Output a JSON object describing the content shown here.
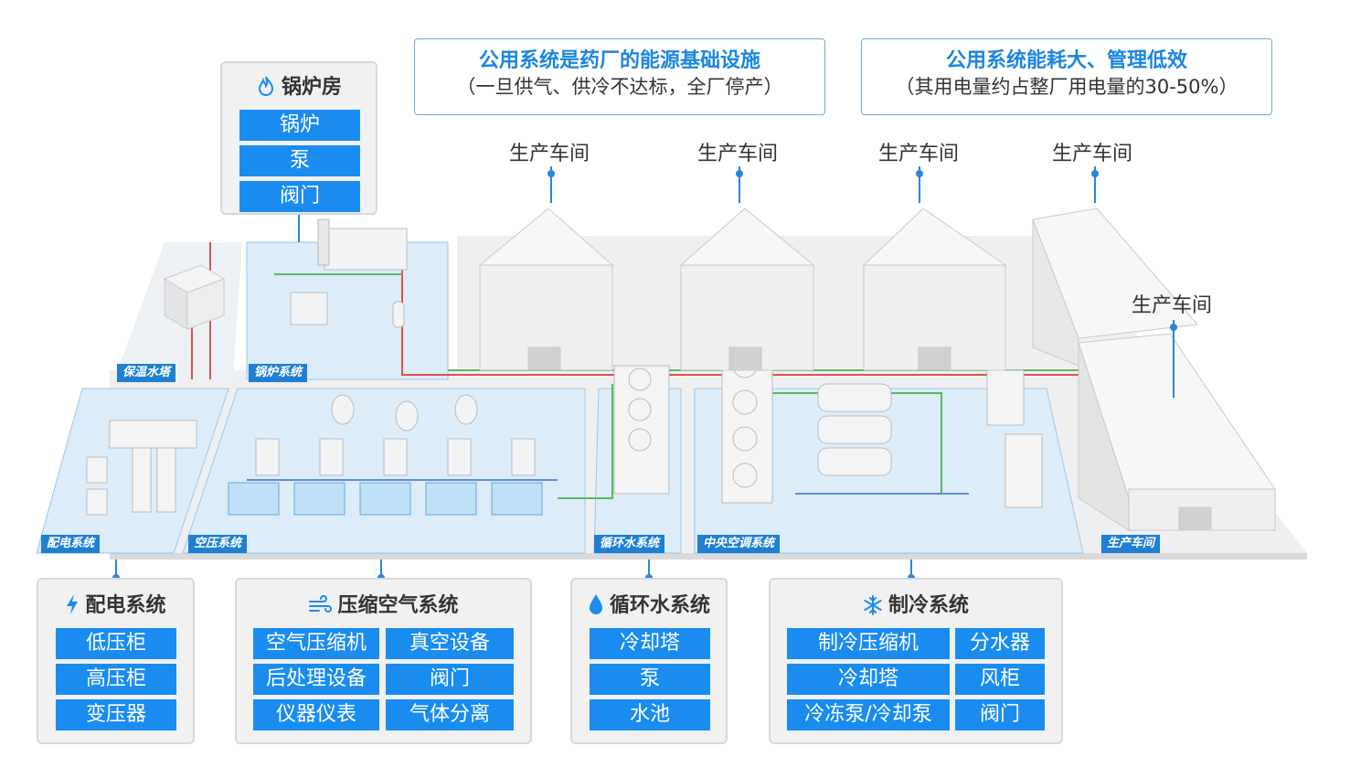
{
  "callouts": [
    {
      "title": "公用系统是药厂的能源基础设施",
      "subtitle": "（一旦供气、供冷不达标，全厂停产）"
    },
    {
      "title": "公用系统能耗大、管理低效",
      "subtitle": "（其用电量约占整厂用电量的30-50%）"
    }
  ],
  "workshop_labels": [
    "生产车间",
    "生产车间",
    "生产车间",
    "生产车间",
    "生产车间"
  ],
  "zone_labels": {
    "insulation_tower": "保温水塔",
    "boiler_system": "锅炉系统",
    "power_distribution": "配电系统",
    "compressed_air": "空压系统",
    "circulating_water": "循环水系统",
    "central_ac": "中央空调系统",
    "workshop": "生产车间"
  },
  "panels": {
    "boiler_room": {
      "title": "锅炉房",
      "icon": "flame-icon",
      "items": [
        "锅炉",
        "泵",
        "阀门"
      ]
    },
    "power": {
      "title": "配电系统",
      "icon": "lightning-icon",
      "items": [
        "低压柜",
        "高压柜",
        "变压器"
      ]
    },
    "compressed_air": {
      "title": "压缩空气系统",
      "icon": "wind-icon",
      "items": [
        "空气压缩机",
        "真空设备",
        "后处理设备",
        "阀门",
        "仪器仪表",
        "气体分离"
      ]
    },
    "circulating_water": {
      "title": "循环水系统",
      "icon": "water-drop-icon",
      "items": [
        "冷却塔",
        "泵",
        "水池"
      ]
    },
    "refrigeration": {
      "title": "制冷系统",
      "icon": "snowflake-icon",
      "items": [
        "制冷压缩机",
        "分水器",
        "冷却塔",
        "风柜",
        "冷冻泵/冷却泵",
        "阀门"
      ]
    }
  },
  "colors": {
    "accent": "#1a8cf0",
    "panel_bg": "#f1f1f2",
    "zone_floor": "#dcecf8",
    "pipe_red": "#d9534f",
    "pipe_green": "#5cb85c"
  }
}
